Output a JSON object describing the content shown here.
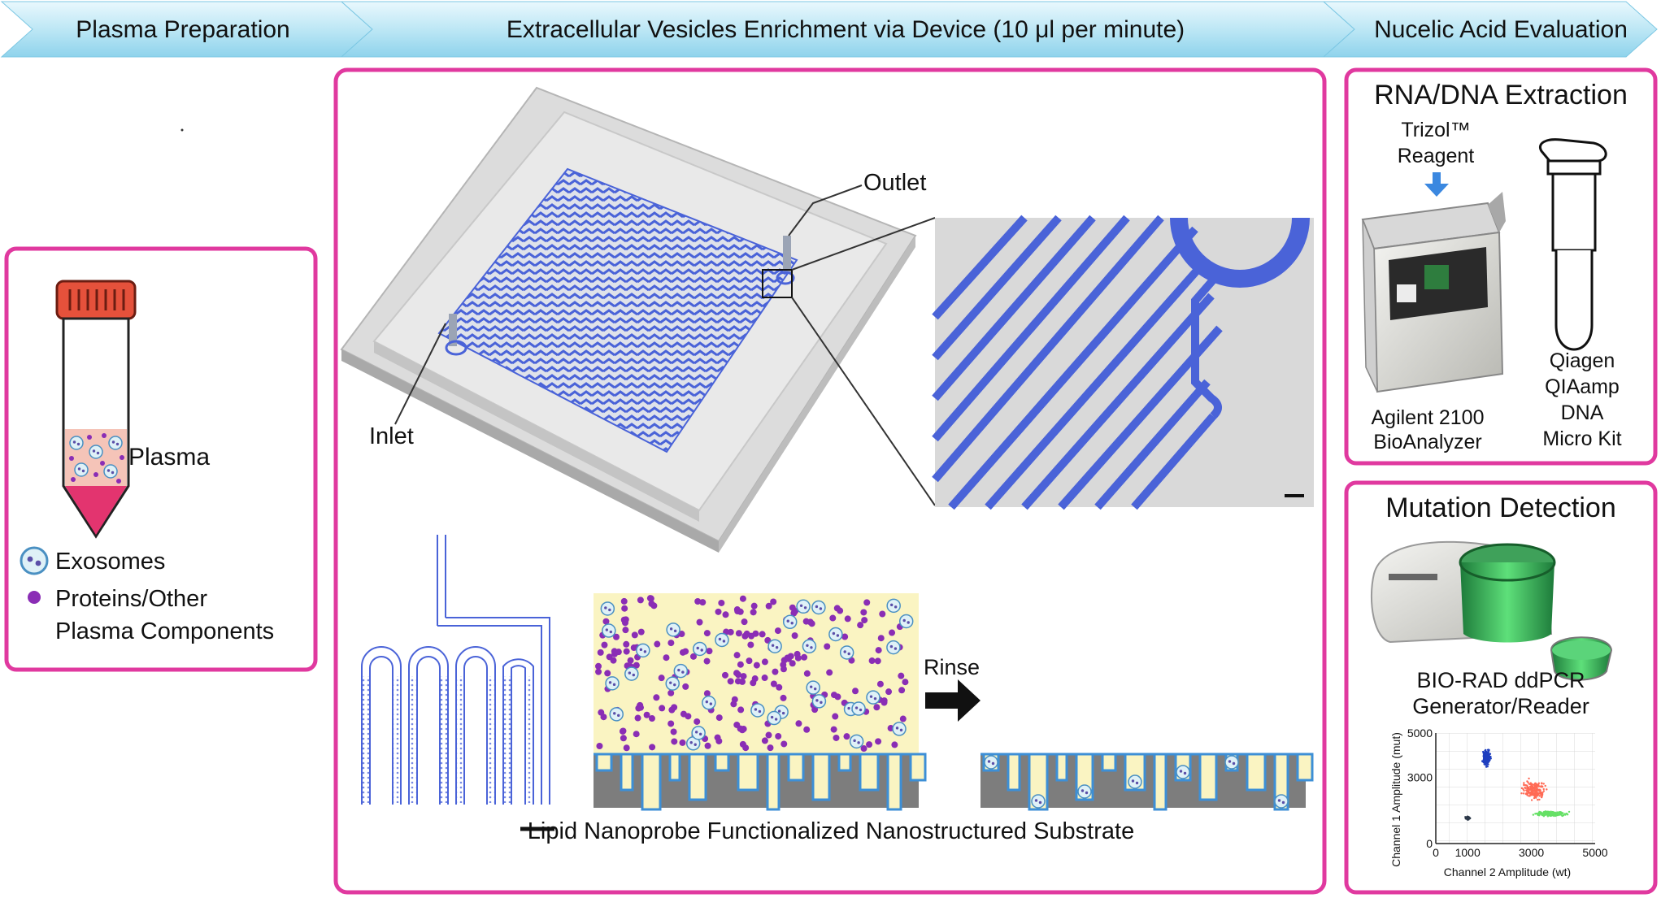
{
  "header": {
    "steps": [
      {
        "label": "Plasma Preparation"
      },
      {
        "label": "Extracellular Vesicles Enrichment via Device (10 μl per minute)"
      },
      {
        "label": "Nucelic Acid Evaluation"
      }
    ]
  },
  "legend": {
    "plasma_label": "Plasma",
    "exosomes": "Exosomes",
    "proteins_line1": "Proteins/Other",
    "proteins_line2": "Plasma Components"
  },
  "device": {
    "outlet": "Outlet",
    "inlet": "Inlet",
    "rinse": "Rinse",
    "substrate_caption": "Lipid Nanoprobe Functionalized Nanostructured Substrate"
  },
  "rna_panel": {
    "title": "RNA/DNA Extraction",
    "trizol_line1": "Trizol™",
    "trizol_line2": "Reagent",
    "agilent_line1": "Agilent 2100",
    "agilent_line2": "BioAnalyzer",
    "qiagen_line1": "Qiagen",
    "qiagen_line2": "QIAamp",
    "qiagen_line3": "DNA",
    "qiagen_line4": "Micro Kit"
  },
  "mutation_panel": {
    "title": "Mutation Detection",
    "biorad_line1": "BIO-RAD ddPCR",
    "biorad_line2": "Generator/Reader"
  },
  "chart_data": {
    "type": "scatter",
    "xlabel": "Channel 2 Amplitude (wt)",
    "ylabel": "Channel 1 Amplitude (mut)",
    "xlim": [
      0,
      5000
    ],
    "ylim": [
      0,
      5000
    ],
    "xticks": [
      "0",
      "1000",
      "3000",
      "5000"
    ],
    "yticks": [
      "0",
      "3000",
      "5000"
    ],
    "grid": true,
    "clusters": [
      {
        "color": "#1f3fbf",
        "center": [
          1600,
          3900
        ],
        "spread": [
          180,
          500
        ],
        "count": 260
      },
      {
        "color": "#ff6a55",
        "center": [
          3100,
          2400
        ],
        "spread": [
          550,
          600
        ],
        "count": 220
      },
      {
        "color": "#66e066",
        "center": [
          3600,
          1350
        ],
        "spread": [
          700,
          160
        ],
        "count": 240
      },
      {
        "color": "#2d3a4a",
        "center": [
          1000,
          1150
        ],
        "spread": [
          120,
          110
        ],
        "count": 60
      }
    ]
  },
  "colors": {
    "panel_border": "#e0399f",
    "channel_blue": "#4a63d8",
    "protein_purple": "#8a2db5",
    "plasma_yellow": "#faf4c2",
    "tube_cap": "#e5513b",
    "tube_tip": "#e3346f"
  }
}
